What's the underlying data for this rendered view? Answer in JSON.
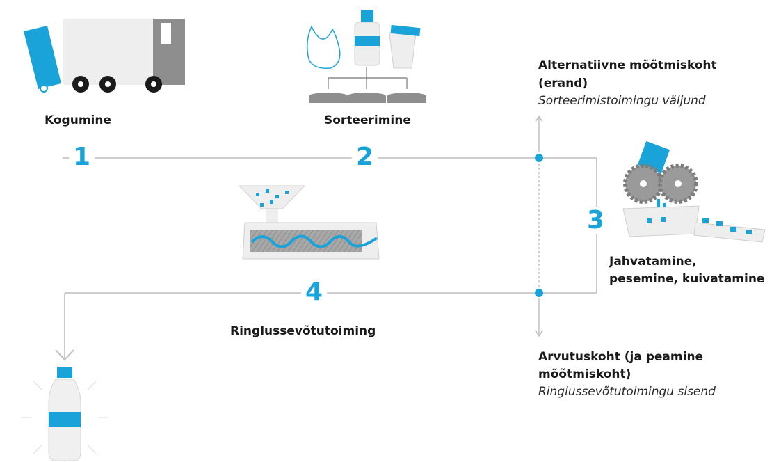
{
  "colors": {
    "accent": "#1aa3d9",
    "line": "#bdbdbd",
    "gray_object": "#8e8e8e",
    "light_object": "#eeeeee"
  },
  "steps": [
    {
      "number": "1",
      "label": "Kogumine"
    },
    {
      "number": "2",
      "label": "Sorteerimine"
    },
    {
      "number": "3",
      "label": "Jahvatamine,",
      "label2": "pesemine, kuivatamine"
    },
    {
      "number": "4",
      "label": "Ringlussevõtutoiming"
    }
  ],
  "alt_point": {
    "title_line1": "Alternatiivne mõõtmiskoht",
    "title_line2": "(erand)",
    "subtitle": "Sorteerimistoimingu väljund"
  },
  "calc_point": {
    "title_line1": "Arvutuskoht (ja peamine",
    "title_line2": "mõõtmiskoht)",
    "subtitle": "Ringlussevõtutoimingu sisend"
  },
  "icons": [
    "garbage-truck-icon",
    "sorting-icon",
    "shredder-icon",
    "extruder-icon",
    "recycled-bottle-icon"
  ]
}
